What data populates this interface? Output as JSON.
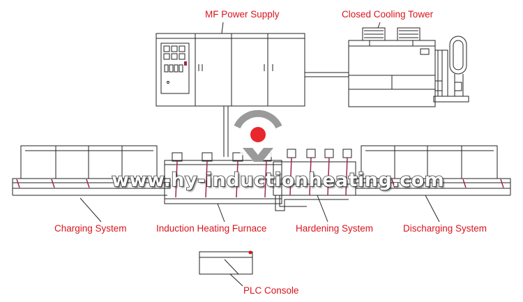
{
  "labels": {
    "mf_power_supply": "MF Power Supply",
    "closed_cooling_tower": "Closed Cooling Tower",
    "charging_system": "Charging System",
    "induction_heating_furnace": "Induction Heating Furnace",
    "hardening_system": "Hardening System",
    "discharging_system": "Discharging System",
    "plc_console": "PLC Console"
  },
  "watermark": "www.hy-inductionheating.com",
  "colors": {
    "label_red": "#d8141c",
    "line": "#222222",
    "accent_magenta": "#a0264f",
    "logo_red": "#e8262b",
    "logo_gray": "#9a9a9a"
  }
}
